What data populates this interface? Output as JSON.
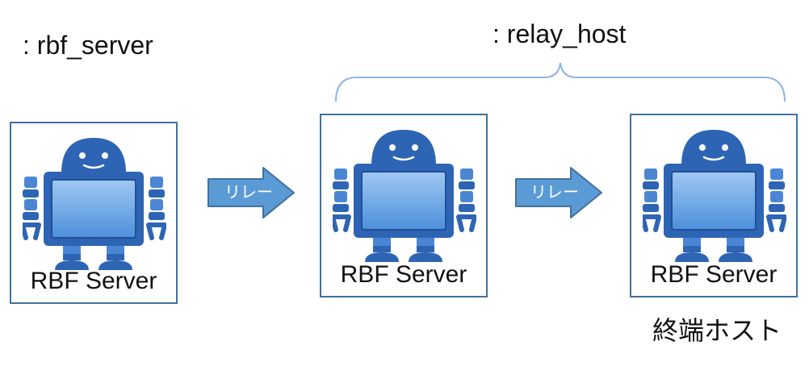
{
  "labels": {
    "server_role": ": rbf_server",
    "relay_role": ": relay_host",
    "terminal": "終端ホスト"
  },
  "nodes": [
    {
      "name": "RBF Server",
      "icon": "robot-icon"
    },
    {
      "name": "RBF Server",
      "icon": "robot-icon"
    },
    {
      "name": "RBF Server",
      "icon": "robot-icon"
    }
  ],
  "arrows": [
    {
      "label": "リレー"
    },
    {
      "label": "リレー"
    }
  ],
  "colors": {
    "box_border": "#41719c",
    "arrow_fill": "#5b9bd5",
    "arrow_stroke": "#41719c",
    "robot_dark": "#2e64b4",
    "robot_light": "#6aa8e8",
    "brace": "#8eb4e3"
  }
}
